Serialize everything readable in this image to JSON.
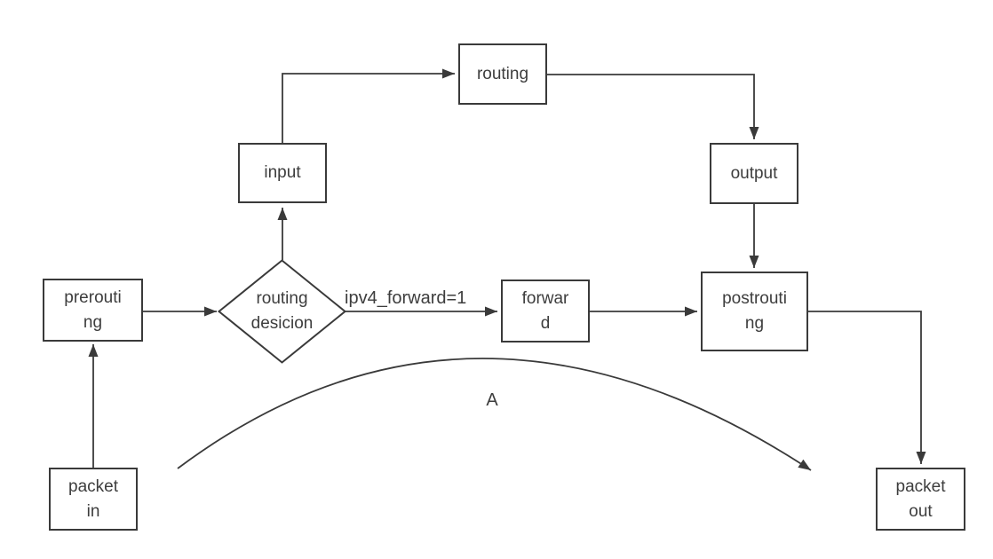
{
  "diagram": {
    "colors": {
      "background": "#ffffff",
      "line": "#3a3a3a",
      "text": "#3d3d3d"
    },
    "nodes": {
      "packet_in": {
        "label": "packet\nin",
        "shape": "rect"
      },
      "prerouting": {
        "label": "prerouti\nng",
        "shape": "rect"
      },
      "routing_decision": {
        "label": "routing\ndesicion",
        "shape": "diamond"
      },
      "input": {
        "label": "input",
        "shape": "rect"
      },
      "routing": {
        "label": "routing",
        "shape": "rect"
      },
      "output": {
        "label": "output",
        "shape": "rect"
      },
      "forward": {
        "label": "forwar\nd",
        "shape": "rect"
      },
      "postrouting": {
        "label": "postrouti\nng",
        "shape": "rect"
      },
      "packet_out": {
        "label": "packet\nout",
        "shape": "rect"
      }
    },
    "edges": [
      {
        "from": "packet_in",
        "to": "prerouting",
        "label": ""
      },
      {
        "from": "prerouting",
        "to": "routing_decision",
        "label": ""
      },
      {
        "from": "routing_decision",
        "to": "input",
        "label": ""
      },
      {
        "from": "input",
        "to": "routing",
        "label": ""
      },
      {
        "from": "routing",
        "to": "output",
        "label": ""
      },
      {
        "from": "output",
        "to": "postrouting",
        "label": ""
      },
      {
        "from": "routing_decision",
        "to": "forward",
        "label": "ipv4_forward=1"
      },
      {
        "from": "forward",
        "to": "postrouting",
        "label": ""
      },
      {
        "from": "postrouting",
        "to": "packet_out",
        "label": ""
      }
    ],
    "bypass_arrow": {
      "label": "A"
    }
  }
}
